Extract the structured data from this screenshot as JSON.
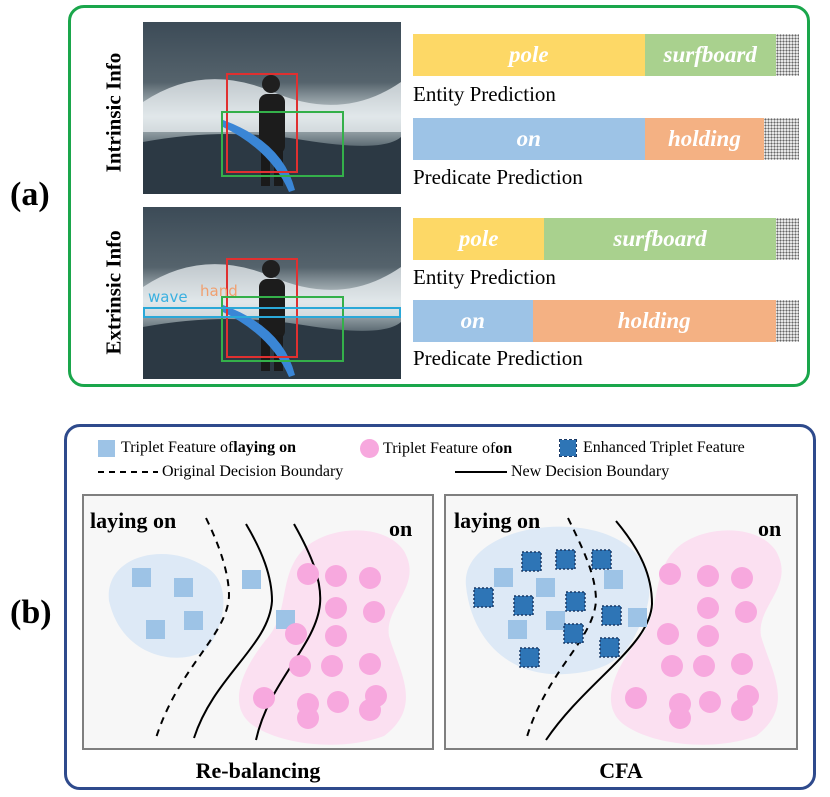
{
  "labels": {
    "a": "(a)",
    "b": "(b)",
    "intrinsic": "Intrinsic Info",
    "extrinsic": "Extrinsic Info"
  },
  "image_tags": {
    "wave": "wave",
    "hand": "hand"
  },
  "intrinsic": {
    "entity_bar": [
      {
        "label": "pole",
        "fraction": 0.6,
        "color": "#fdd866"
      },
      {
        "label": "surfboard",
        "fraction": 0.34,
        "color": "#a9d18e"
      },
      {
        "label": "",
        "fraction": 0.06,
        "color": "dotted"
      }
    ],
    "entity_caption": "Entity Prediction",
    "predicate_bar": [
      {
        "label": "on",
        "fraction": 0.6,
        "color": "#9dc3e6"
      },
      {
        "label": "holding",
        "fraction": 0.31,
        "color": "#f4b183"
      },
      {
        "label": "",
        "fraction": 0.09,
        "color": "dotted"
      }
    ],
    "predicate_caption": "Predicate Prediction"
  },
  "extrinsic": {
    "entity_bar": [
      {
        "label": "pole",
        "fraction": 0.34,
        "color": "#fdd866"
      },
      {
        "label": "surfboard",
        "fraction": 0.6,
        "color": "#a9d18e"
      },
      {
        "label": "",
        "fraction": 0.06,
        "color": "dotted"
      }
    ],
    "entity_caption": "Entity Prediction",
    "predicate_bar": [
      {
        "label": "on",
        "fraction": 0.31,
        "color": "#9dc3e6"
      },
      {
        "label": "holding",
        "fraction": 0.63,
        "color": "#f4b183"
      },
      {
        "label": "",
        "fraction": 0.06,
        "color": "dotted"
      }
    ],
    "predicate_caption": "Predicate Prediction"
  },
  "legend": {
    "laying_on_prefix": "Triplet Feature of ",
    "laying_on_bold": "laying on",
    "on_prefix": "Triplet Feature of ",
    "on_bold": "on",
    "enhanced": "Enhanced Triplet Feature",
    "original_boundary": "Original Decision Boundary",
    "new_boundary": "New Decision Boundary"
  },
  "boxes": {
    "left_title": "Re-balancing",
    "right_title": "CFA",
    "class_laying_on": "laying on",
    "class_on": "on"
  },
  "colors": {
    "green_border": "#1aa64b",
    "blue_border": "#2e4a8c",
    "square": "#9dc3e6",
    "circle": "#f7a8de",
    "enhanced": "#2e75b6",
    "blue_region": "#dde9f6",
    "pink_region": "#fbe0f1"
  }
}
